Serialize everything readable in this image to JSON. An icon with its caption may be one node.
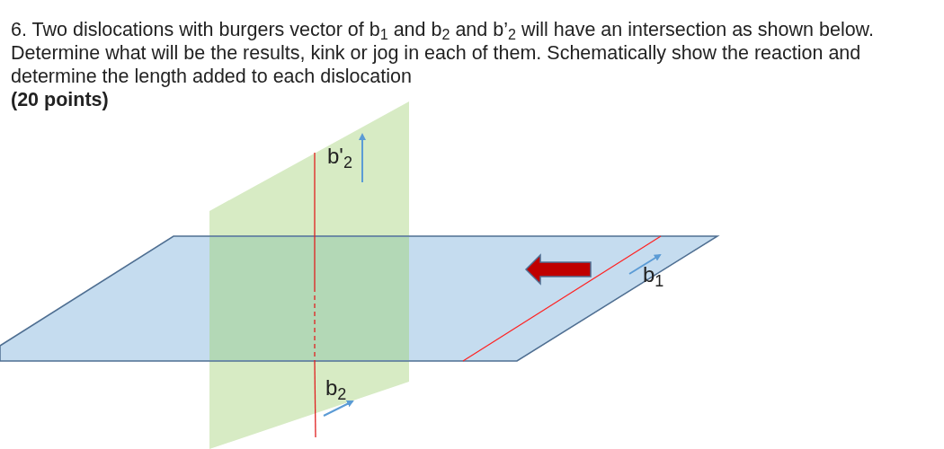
{
  "diagram": {
    "title": "6. Two dislocations with burgers vector of b$_{1}$ and b$_{2}$ and b’$_{2}$ will have an intersection as shown below. Determine what will be the results, kink or jog in each of them. Schematically show the reaction and determine the length added to each dislocation",
    "labels": [
      "(20 points)",
      "b'$_{2}$",
      "b$_{2}$",
      "b$_{1}$"
    ]
  }
}
